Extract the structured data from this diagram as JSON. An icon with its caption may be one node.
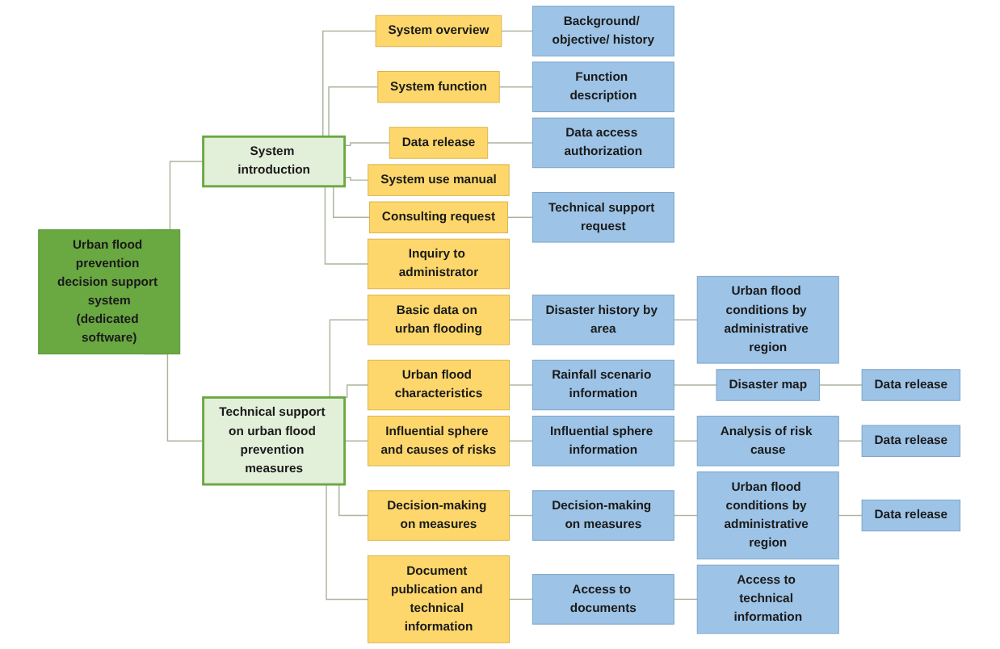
{
  "diagram": {
    "nodes": [
      {
        "text": [
          "Urban flood prevention decision support system",
          "(dedicated software)"
        ]
      },
      {
        "text": [
          "System introduction"
        ]
      },
      {
        "text": [
          "System overview"
        ]
      },
      {
        "text": [
          "System function"
        ]
      },
      {
        "text": [
          "Data release"
        ]
      },
      {
        "text": [
          "System use manual"
        ]
      },
      {
        "text": [
          "Consulting request"
        ]
      },
      {
        "text": [
          "Inquiry to administrator"
        ]
      },
      {
        "text": [
          "Background/ objective/ history"
        ]
      },
      {
        "text": [
          "Function description"
        ]
      },
      {
        "text": [
          "Data access authorization"
        ]
      },
      {
        "text": [
          "Technical support request"
        ]
      },
      {
        "text": [
          "Technical support on urban flood prevention measures"
        ]
      },
      {
        "text": [
          "Basic data on urban flooding"
        ]
      },
      {
        "text": [
          "Urban flood characteristics"
        ]
      },
      {
        "text": [
          "Influential sphere and causes of risks"
        ]
      },
      {
        "text": [
          "Decision-making on measures"
        ]
      },
      {
        "text": [
          "Document publication and technical information"
        ]
      },
      {
        "text": [
          "Disaster history by area"
        ]
      },
      {
        "text": [
          "Urban flood conditions by administrative region"
        ]
      },
      {
        "text": [
          "Rainfall scenario information"
        ]
      },
      {
        "text": [
          "Disaster map"
        ]
      },
      {
        "text": [
          "Data release"
        ]
      },
      {
        "text": [
          "Influential sphere information"
        ]
      },
      {
        "text": [
          "Analysis of risk cause"
        ]
      },
      {
        "text": [
          "Data release"
        ]
      },
      {
        "text": [
          "Decision-making on measures"
        ]
      },
      {
        "text": [
          "Urban flood conditions by administrative region"
        ]
      },
      {
        "text": [
          "Data release"
        ]
      },
      {
        "text": [
          "Access to documents"
        ]
      },
      {
        "text": [
          "Access to technical information"
        ]
      }
    ],
    "edges": [
      {
        "from": 0,
        "to": 1,
        "arrow": "none"
      },
      {
        "from": 0,
        "to": 12,
        "arrow": "none"
      },
      {
        "from": 1,
        "to": 2,
        "arrow": "none"
      },
      {
        "from": 1,
        "to": 3,
        "arrow": "none"
      },
      {
        "from": 1,
        "to": 4,
        "arrow": "none"
      },
      {
        "from": 1,
        "to": 5,
        "arrow": "none"
      },
      {
        "from": 1,
        "to": 6,
        "arrow": "none"
      },
      {
        "from": 1,
        "to": 7,
        "arrow": "none"
      },
      {
        "from": 2,
        "to": 8,
        "arrow": "none"
      },
      {
        "from": 3,
        "to": 9,
        "arrow": "none"
      },
      {
        "from": 4,
        "to": 10,
        "arrow": "none"
      },
      {
        "from": 6,
        "to": 11,
        "arrow": "none"
      },
      {
        "from": 12,
        "to": 13,
        "arrow": "none"
      },
      {
        "from": 12,
        "to": 14,
        "arrow": "none"
      },
      {
        "from": 12,
        "to": 15,
        "arrow": "none"
      },
      {
        "from": 12,
        "to": 16,
        "arrow": "none"
      },
      {
        "from": 12,
        "to": 17,
        "arrow": "none"
      },
      {
        "from": 13,
        "to": 18,
        "arrow": "none"
      },
      {
        "from": 18,
        "to": 19,
        "arrow": "none"
      },
      {
        "from": 14,
        "to": 20,
        "arrow": "none"
      },
      {
        "from": 20,
        "to": 21,
        "arrow": "none"
      },
      {
        "from": 21,
        "to": 22,
        "arrow": "none"
      },
      {
        "from": 15,
        "to": 23,
        "arrow": "none"
      },
      {
        "from": 23,
        "to": 24,
        "arrow": "none"
      },
      {
        "from": 24,
        "to": 25,
        "arrow": "none"
      },
      {
        "from": 16,
        "to": 26,
        "arrow": "none"
      },
      {
        "from": 26,
        "to": 27,
        "arrow": "none"
      },
      {
        "from": 27,
        "to": 28,
        "arrow": "none"
      },
      {
        "from": 17,
        "to": 29,
        "arrow": "none"
      },
      {
        "from": 29,
        "to": 30,
        "arrow": "none"
      }
    ]
  }
}
